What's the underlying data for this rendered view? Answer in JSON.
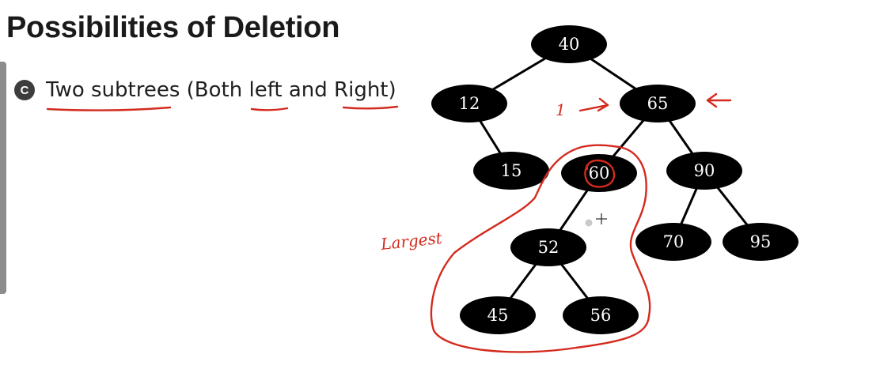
{
  "title": "Possibilities of Deletion",
  "bullet": {
    "letter": "C",
    "text": "Two subtrees (Both left and Right)"
  },
  "tree": {
    "node_color": "#000000",
    "label_color": "#ffffff",
    "nodes": [
      {
        "id": "n40",
        "label": "40"
      },
      {
        "id": "n12",
        "label": "12"
      },
      {
        "id": "n65",
        "label": "65"
      },
      {
        "id": "n15",
        "label": "15"
      },
      {
        "id": "n60",
        "label": "60"
      },
      {
        "id": "n90",
        "label": "90"
      },
      {
        "id": "n52",
        "label": "52"
      },
      {
        "id": "n70",
        "label": "70"
      },
      {
        "id": "n95",
        "label": "95"
      },
      {
        "id": "n45",
        "label": "45"
      },
      {
        "id": "n56",
        "label": "56"
      }
    ],
    "edges": [
      [
        "n40",
        "n12"
      ],
      [
        "n40",
        "n65"
      ],
      [
        "n12",
        "n15"
      ],
      [
        "n65",
        "n60"
      ],
      [
        "n65",
        "n90"
      ],
      [
        "n60",
        "n52"
      ],
      [
        "n90",
        "n70"
      ],
      [
        "n90",
        "n95"
      ],
      [
        "n52",
        "n45"
      ],
      [
        "n52",
        "n56"
      ]
    ]
  },
  "annotations": {
    "ink_color": "#d42a1e",
    "handwritten_label": "Largest",
    "step_mark": "1"
  }
}
